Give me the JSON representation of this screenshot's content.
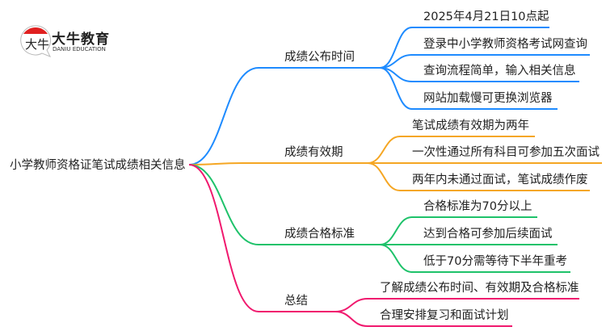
{
  "logo": {
    "name_cn": "大牛教育",
    "name_en": "DANIU EDUCATION",
    "mark_text": "大牛"
  },
  "root": {
    "label": "小学教师资格证笔试成绩相关信息"
  },
  "colors": {
    "blue": "#1e8bff",
    "orange": "#f5a623",
    "green": "#1ec26a",
    "pink": "#f0196e"
  },
  "branches": [
    {
      "label": "成绩公布时间",
      "color": "#1e8bff",
      "leaves": [
        "2025年4月21日10点起",
        "登录中小学教师资格考试网查询",
        "查询流程简单，输入相关信息",
        "网站加载慢可更换浏览器"
      ]
    },
    {
      "label": "成绩有效期",
      "color": "#f5a623",
      "leaves": [
        "笔试成绩有效期为两年",
        "一次性通过所有科目可参加五次面试",
        "两年内未通过面试，笔试成绩作废"
      ]
    },
    {
      "label": "成绩合格标准",
      "color": "#1ec26a",
      "leaves": [
        "合格标准为70分以上",
        "达到合格可参加后续面试",
        "低于70分需等待下半年重考"
      ]
    },
    {
      "label": "总结",
      "color": "#f0196e",
      "leaves": [
        "了解成绩公布时间、有效期及合格标准",
        "合理安排复习和面试计划"
      ]
    }
  ]
}
